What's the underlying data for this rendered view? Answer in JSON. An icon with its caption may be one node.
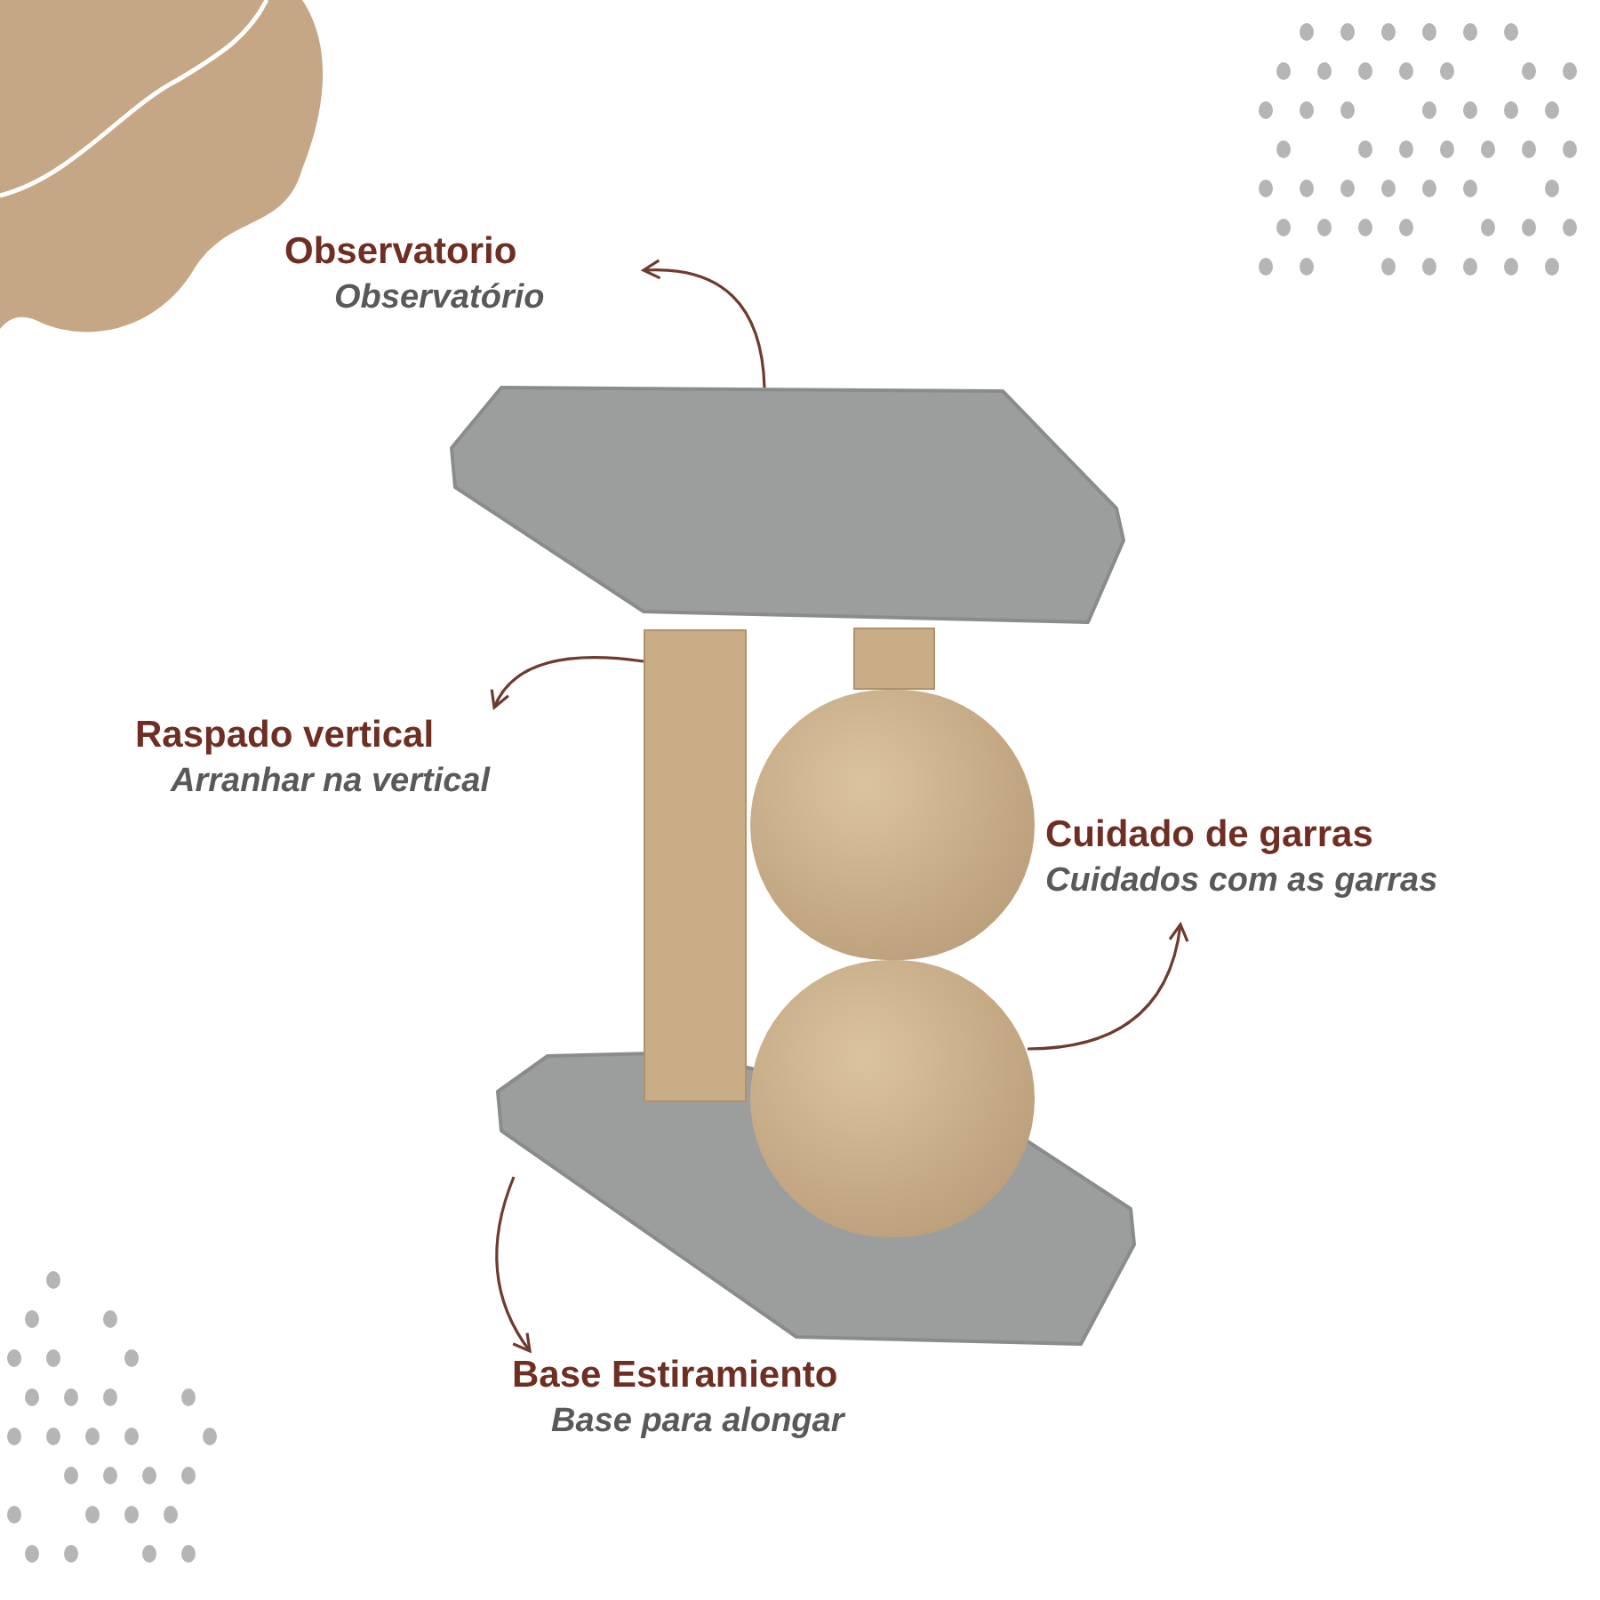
{
  "diagram": {
    "nodes": [
      {
        "text": [
          "Observatorio",
          "Observatório"
        ]
      },
      {
        "text": [],
        "shape": "box"
      },
      {
        "text": [
          "Raspado vertical",
          "Arranhar na vertical"
        ]
      },
      {
        "text": [],
        "shape": "bar"
      },
      {
        "text": [
          "Cuidado de garras",
          "Cuidados com as garras"
        ]
      },
      {
        "text": [],
        "shape": "circle"
      },
      {
        "text": [
          "Base Estiramiento",
          "Base para alongar"
        ]
      },
      {
        "text": [],
        "shape": "box"
      },
      {
        "text": [],
        "shape": "circle"
      }
    ],
    "edges": [
      {
        "from": 1,
        "to": 0,
        "arrow": "to"
      },
      {
        "from": 3,
        "to": 2,
        "arrow": "to"
      },
      {
        "from": 8,
        "to": 4,
        "arrow": "to"
      },
      {
        "from": 7,
        "to": 6,
        "arrow": "to"
      }
    ]
  }
}
